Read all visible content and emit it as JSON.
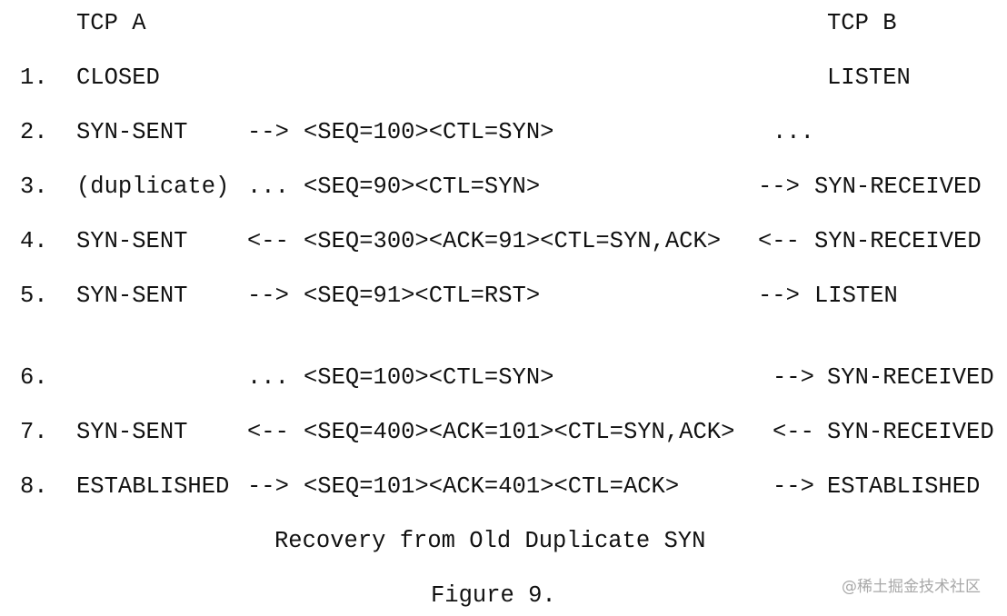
{
  "header": {
    "left": "TCP A",
    "right": "TCP B"
  },
  "rows": [
    {
      "num": "1.",
      "a_state": "CLOSED",
      "arrow_a": "",
      "segment": "",
      "arrow_b": "",
      "b_state": "LISTEN"
    },
    {
      "num": "2.",
      "a_state": "SYN-SENT",
      "arrow_a": "-->",
      "segment": "<SEQ=100><CTL=SYN>",
      "arrow_b": "",
      "b_state": "..."
    },
    {
      "num": "3.",
      "a_state": "(duplicate)",
      "arrow_a": "...",
      "segment": "<SEQ=90><CTL=SYN>",
      "arrow_b": "-->",
      "b_state": "SYN-RECEIVED"
    },
    {
      "num": "4.",
      "a_state": "SYN-SENT",
      "arrow_a": "<--",
      "segment": "<SEQ=300><ACK=91><CTL=SYN,ACK>",
      "arrow_b": "<--",
      "b_state": "SYN-RECEIVED"
    },
    {
      "num": "5.",
      "a_state": "SYN-SENT",
      "arrow_a": "-->",
      "segment": "<SEQ=91><CTL=RST>",
      "arrow_b": "-->",
      "b_state": "LISTEN"
    },
    {
      "num": "6.",
      "a_state": "",
      "arrow_a": "...",
      "segment": "<SEQ=100><CTL=SYN>",
      "arrow_b": "-->",
      "b_state": "SYN-RECEIVED"
    },
    {
      "num": "7.",
      "a_state": "SYN-SENT",
      "arrow_a": "<--",
      "segment": "<SEQ=400><ACK=101><CTL=SYN,ACK>",
      "arrow_b": "<--",
      "b_state": "SYN-RECEIVED"
    },
    {
      "num": "8.",
      "a_state": "ESTABLISHED",
      "arrow_a": "-->",
      "segment": "<SEQ=101><ACK=401><CTL=ACK>",
      "arrow_b": "-->",
      "b_state": "ESTABLISHED"
    }
  ],
  "caption": "Recovery from Old Duplicate SYN",
  "figure_label": "Figure 9.",
  "watermark": "@稀土掘金技术社区"
}
